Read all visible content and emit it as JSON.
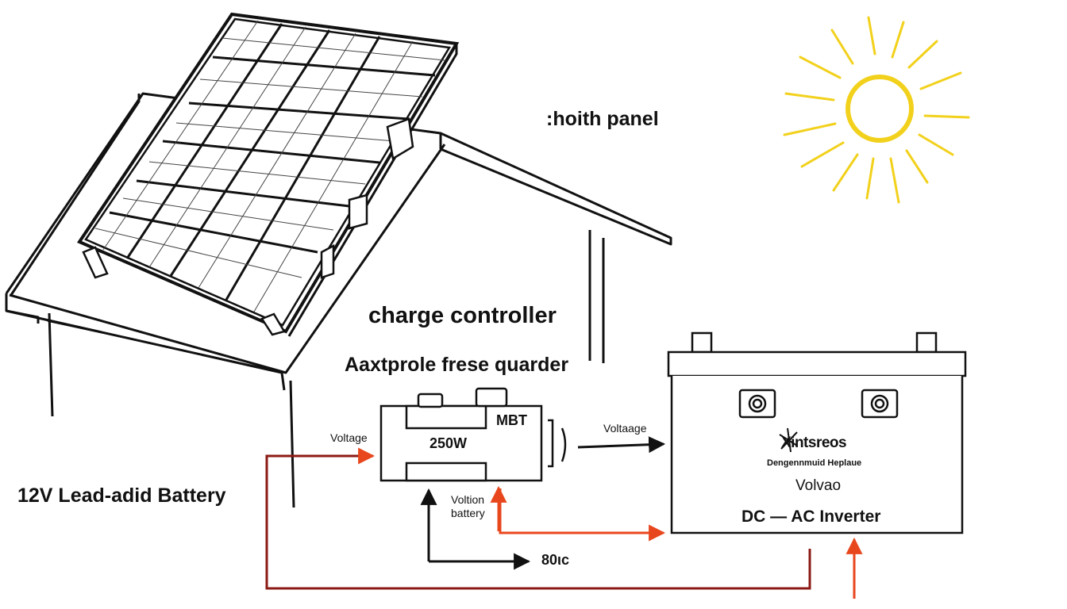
{
  "labels": {
    "panel": ":hoith panel",
    "charge_controller": "charge controller",
    "subtitle": "Aaxtprole frese quarder",
    "battery_label": "12V Lead-adid Battery",
    "voltage_left": "Voltage",
    "voltage_right": "Voltaage",
    "controller_power": "250W",
    "controller_type": "MBT",
    "voltion_line1": "Voltion",
    "voltion_line2": "battery",
    "output": "80ιc",
    "brand": "Xintsreos",
    "brand_sub": "Dengennmuid Heplaue",
    "model": "Volvao",
    "inverter": "DC — AC Inverter"
  },
  "colors": {
    "line": "#111111",
    "wire_dark_red": "#8b1a14",
    "wire_orange": "#e8471e",
    "sun": "#f2d11c"
  },
  "icons": {
    "sun": "sun-icon",
    "panel": "solar-panel-icon",
    "house": "house-roof-icon",
    "battery": "battery-icon",
    "controller": "charge-controller-icon"
  }
}
